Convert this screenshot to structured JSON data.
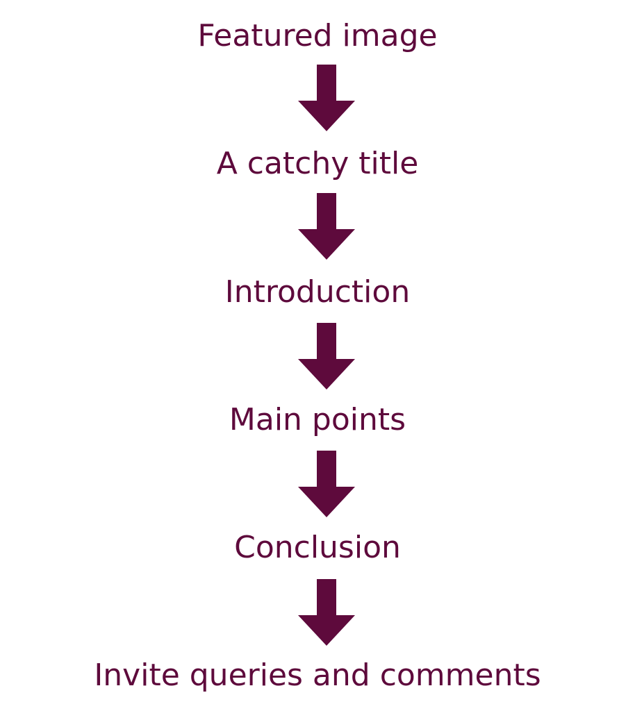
{
  "colors": {
    "primary": "#5e0a3c",
    "background": "#ffffff"
  },
  "flow": {
    "steps": [
      "Featured image",
      "A catchy title",
      "Introduction",
      "Main points",
      "Conclusion",
      "Invite queries and comments"
    ],
    "connector_icon": "down-arrow-icon"
  }
}
